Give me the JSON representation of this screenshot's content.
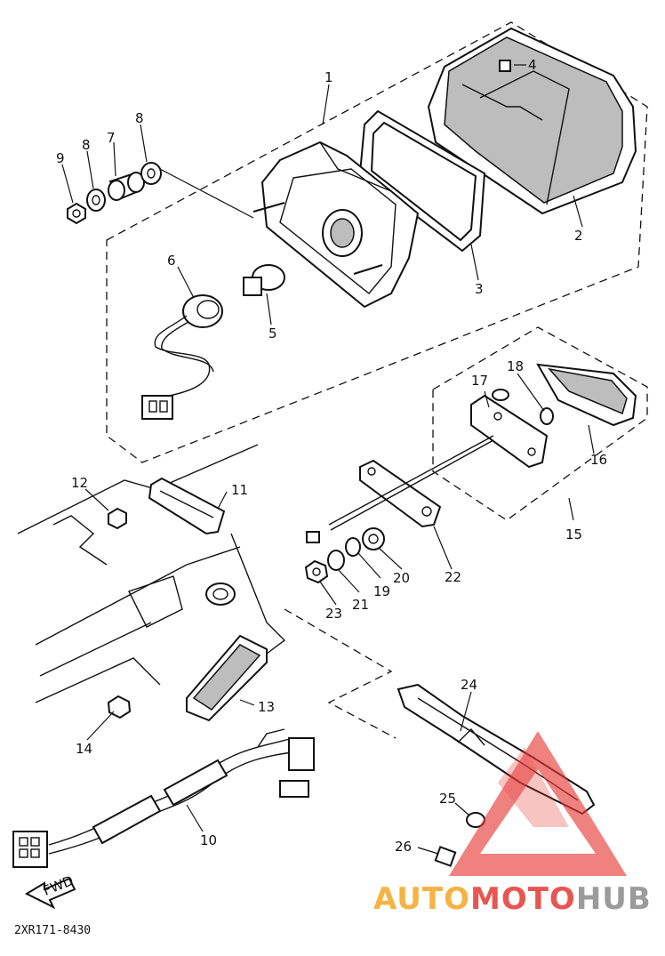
{
  "diagram": {
    "part_labels": [
      "1",
      "2",
      "3",
      "4",
      "5",
      "6",
      "7",
      "8",
      "8",
      "9",
      "10",
      "11",
      "12",
      "13",
      "14",
      "15",
      "16",
      "17",
      "18",
      "19",
      "20",
      "21",
      "22",
      "23",
      "24",
      "25",
      "26"
    ],
    "fwd_arrow_text": "FWD",
    "drawing_code": "2XR171-8430"
  },
  "watermark": {
    "brand_part1": "AUTO",
    "brand_part2": "MOTO",
    "brand_part3": "HUB",
    "colors": {
      "orange": "#f5a623",
      "red": "#e53935",
      "gray": "#8a8a8a"
    }
  }
}
